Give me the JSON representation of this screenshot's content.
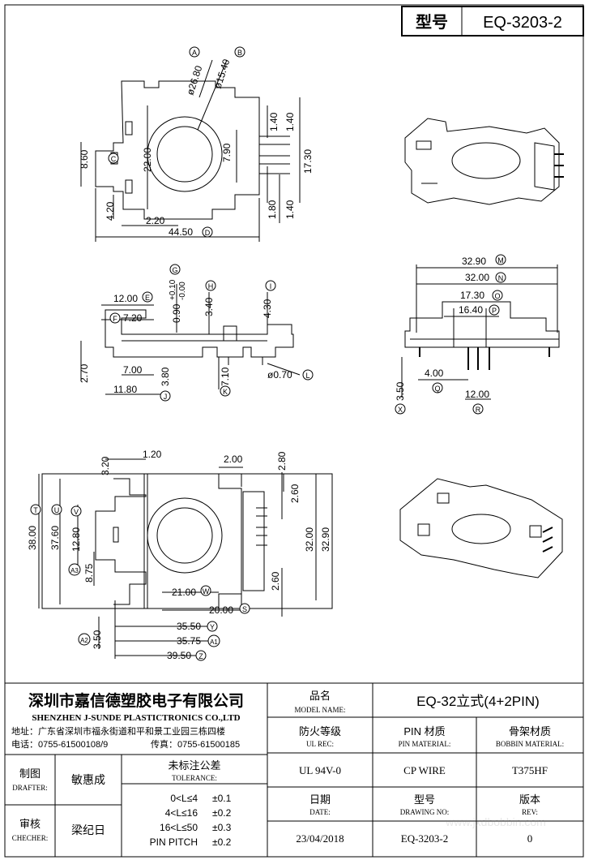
{
  "header": {
    "type_label": "型号",
    "type_value": "EQ-3203-2"
  },
  "views": {
    "top": {
      "dims": {
        "d_a": "ø26.80",
        "tag_a": "A",
        "d_b": "ø15.40",
        "tag_b": "B",
        "d_860": "8.60",
        "tag_c": "C",
        "d_2200": "22.00",
        "d_790": "7.90",
        "d_1730": "17.30",
        "d_140a": "1.40",
        "d_140b": "1.40",
        "d_180": "1.80",
        "d_420": "4.20",
        "d_220": "2.20",
        "d_4450": "44.50",
        "tag_d": "D"
      }
    },
    "side": {
      "dims": {
        "d_1200": "12.00",
        "tag_e": "E",
        "d_720": "7.20",
        "tag_f": "F",
        "d_tol": "0.90",
        "d_tol_up": "+0.10",
        "d_tol_dn": "-0.00",
        "tag_g": "G",
        "d_340": "3.40",
        "tag_h": "H",
        "d_430": "4.30",
        "tag_i": "I",
        "d_270": "2.70",
        "d_700": "7.00",
        "d_380": "3.80",
        "tag_j": "J",
        "d_1180": "11.80",
        "d_710": "7.10",
        "tag_k": "K",
        "d_070": "ø0.70",
        "tag_l": "L"
      }
    },
    "front": {
      "dims": {
        "d_3290": "32.90",
        "tag_m": "M",
        "d_3200": "32.00",
        "tag_n": "N",
        "d_1730": "17.30",
        "tag_o": "O",
        "d_1640": "16.40",
        "tag_p": "P",
        "d_400": "4.00",
        "tag_q": "Q",
        "d_350": "3.50",
        "tag_x": "X",
        "d_1200": "12.00",
        "tag_r": "R"
      }
    },
    "bottom": {
      "dims": {
        "d_320": "3.20",
        "d_120": "1.20",
        "d_200": "2.00",
        "d_280": "2.80",
        "d_3800": "38.00",
        "tag_t": "T",
        "d_3760": "37.60",
        "tag_u": "U",
        "d_1280": "12.80",
        "tag_v": "V",
        "d_875": "8.75",
        "tag_a3": "A3",
        "d_260a": "2.60",
        "d_260b": "2.60",
        "d_3200": "32.00",
        "d_3290": "32.90",
        "d_2100": "21.00",
        "tag_w": "W",
        "d_2000": "20.00",
        "tag_s": "S",
        "d_3550": "35.50",
        "tag_y": "Y",
        "d_3575": "35.75",
        "tag_a1": "A1",
        "d_3950": "39.50",
        "tag_z": "Z",
        "d_350": "3.50",
        "tag_a2": "A2"
      }
    }
  },
  "title_block": {
    "company_cn": "深圳市嘉信德塑胶电子有限公司",
    "company_en": "SHENZHEN J-SUNDE PLASTICTRONICS CO.,LTD",
    "address": "地址：广东省深圳市福永街道和平和景工业园三栋四楼",
    "phone": "电话：0755-61500108/9",
    "fax": "传真：0755-61500185",
    "model_cn": "品名",
    "model_en": "MODEL NAME:",
    "model_value": "EQ-32立式(4+2PIN)",
    "ul_cn": "防火等级",
    "ul_en": "UL REC:",
    "ul_value": "UL 94V-0",
    "pin_cn": "PIN 材质",
    "pin_en": "PIN MATERIAL:",
    "pin_value": "CP WIRE",
    "bobbin_cn": "骨架材质",
    "bobbin_en": "BOBBIN MATERIAL:",
    "bobbin_value": "T375HF",
    "drafter_cn": "制图",
    "drafter_en": "DRAFTER:",
    "drafter_value": "敏惠成",
    "checker_cn": "审核",
    "checker_en": "CHECHER:",
    "checker_value": "梁纪日",
    "tol_cn": "未标注公差",
    "tol_en": "TOLERANCE:",
    "tol_rows": [
      {
        "range": "0<L≤4",
        "value": "±0.1"
      },
      {
        "range": "4<L≤16",
        "value": "±0.2"
      },
      {
        "range": "16<L≤50",
        "value": "±0.3"
      },
      {
        "range": "PIN PITCH",
        "value": "±0.2"
      }
    ],
    "date_cn": "日期",
    "date_en": "DATE:",
    "date_value": "23/04/2018",
    "dwg_cn": "型号",
    "dwg_en": "DRAWING NO:",
    "dwg_value": "EQ-3203-2",
    "rev_cn": "版本",
    "rev_en": "REV:",
    "rev_value": "0",
    "watermark": "www.jxdbobbin.com"
  }
}
